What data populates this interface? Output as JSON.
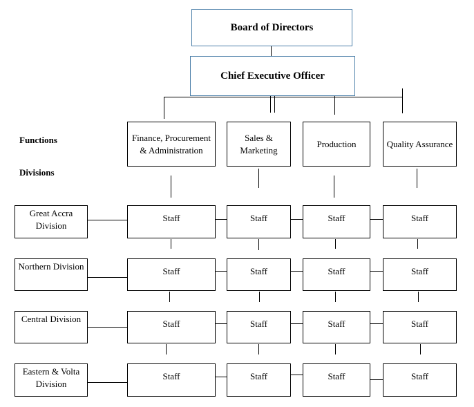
{
  "board": {
    "title": "Board of Directors"
  },
  "ceo": {
    "title": "Chief Executive Officer"
  },
  "labels": {
    "functions": "Functions",
    "divisions": "Divisions"
  },
  "functions": [
    {
      "label": "Finance, Procurement & Administration"
    },
    {
      "label": "Sales & Marketing"
    },
    {
      "label": "Production"
    },
    {
      "label": "Quality Assurance"
    }
  ],
  "divisions": [
    {
      "label": "Great Accra Division"
    },
    {
      "label": "Northern Division"
    },
    {
      "label": "Central Division"
    },
    {
      "label": "Eastern & Volta Division"
    }
  ],
  "staff_label": "Staff"
}
